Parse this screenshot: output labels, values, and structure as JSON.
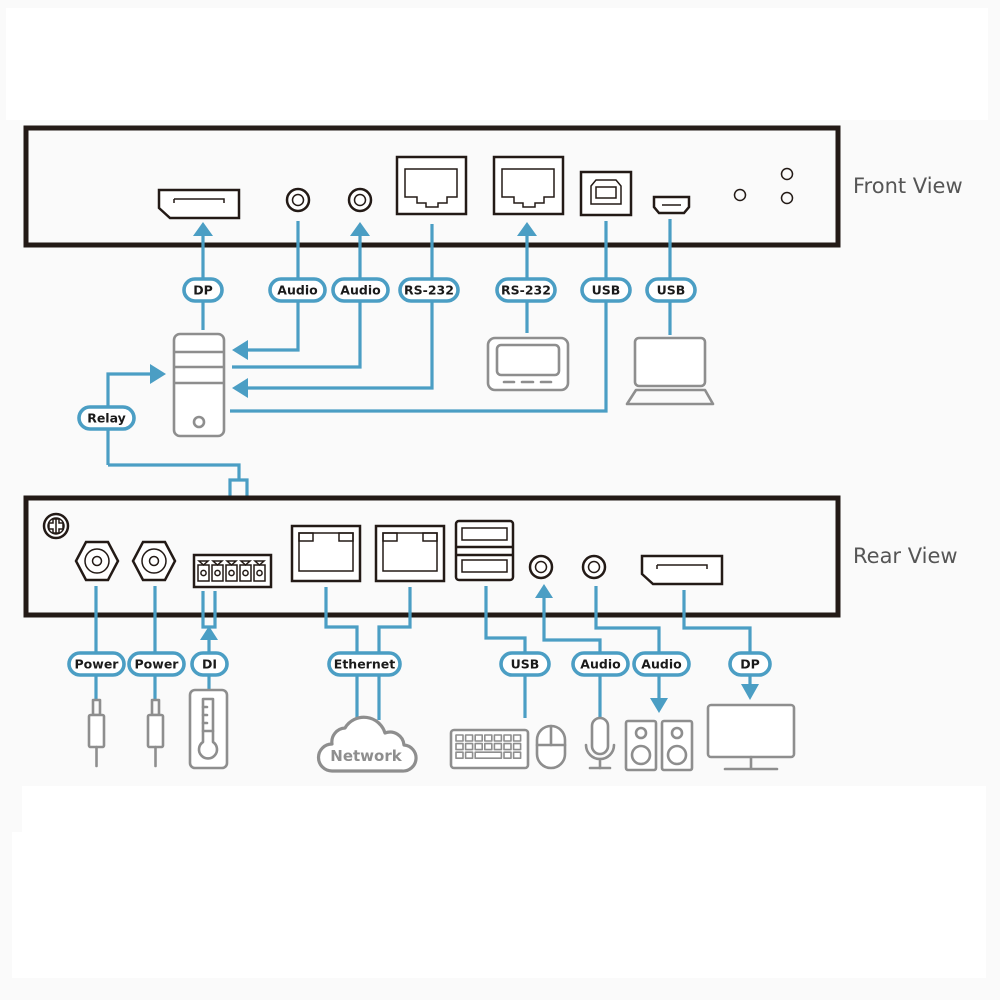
{
  "diagram": {
    "front_view_label": "Front View",
    "rear_view_label": "Rear View",
    "colors": {
      "cable": "#4b9ec4",
      "chassis_outline": "#231a16",
      "device_icon": "#8e8e8e",
      "label_text": "#1a1a1a",
      "view_label": "#555555"
    },
    "front_ports": [
      {
        "name": "DisplayPort",
        "icon": "displayport-port-icon"
      },
      {
        "name": "Audio jack 1",
        "icon": "audio-jack-icon"
      },
      {
        "name": "Audio jack 2",
        "icon": "audio-jack-icon"
      },
      {
        "name": "RJ-45 RS-232 port 1",
        "icon": "rj45-port-icon"
      },
      {
        "name": "RJ-45 RS-232 port 2",
        "icon": "rj45-port-icon"
      },
      {
        "name": "USB Type-B port",
        "icon": "usb-b-port-icon"
      },
      {
        "name": "Mini USB port",
        "icon": "mini-usb-port-icon"
      },
      {
        "name": "LED indicators",
        "icon": "led-indicator-icon"
      }
    ],
    "front_labels": {
      "dp": "DP",
      "audio_1": "Audio",
      "audio_2": "Audio",
      "rs232_1": "RS-232",
      "rs232_2": "RS-232",
      "usb_1": "USB",
      "usb_2": "USB",
      "relay": "Relay"
    },
    "front_devices": [
      {
        "name": "Computer",
        "icon": "computer-tower-icon"
      },
      {
        "name": "Serial device",
        "icon": "serial-terminal-icon"
      },
      {
        "name": "Laptop",
        "icon": "laptop-icon"
      }
    ],
    "rear_ports": [
      {
        "name": "Grounding screw",
        "icon": "ground-screw-icon"
      },
      {
        "name": "Power jack 1",
        "icon": "power-jack-icon"
      },
      {
        "name": "Power jack 2",
        "icon": "power-jack-icon"
      },
      {
        "name": "Terminal block",
        "icon": "terminal-block-icon"
      },
      {
        "name": "Ethernet port 1",
        "icon": "ethernet-port-icon"
      },
      {
        "name": "Ethernet port 2",
        "icon": "ethernet-port-icon"
      },
      {
        "name": "USB Type-A ports",
        "icon": "usb-a-stack-icon"
      },
      {
        "name": "Audio jack 1",
        "icon": "audio-jack-icon"
      },
      {
        "name": "Audio jack 2",
        "icon": "audio-jack-icon"
      },
      {
        "name": "DisplayPort",
        "icon": "displayport-port-icon"
      }
    ],
    "rear_labels": {
      "power_1": "Power",
      "power_2": "Power",
      "di": "DI",
      "ethernet": "Ethernet",
      "usb": "USB",
      "audio_1": "Audio",
      "audio_2": "Audio",
      "dp": "DP"
    },
    "rear_devices": {
      "network_label": "Network"
    }
  }
}
